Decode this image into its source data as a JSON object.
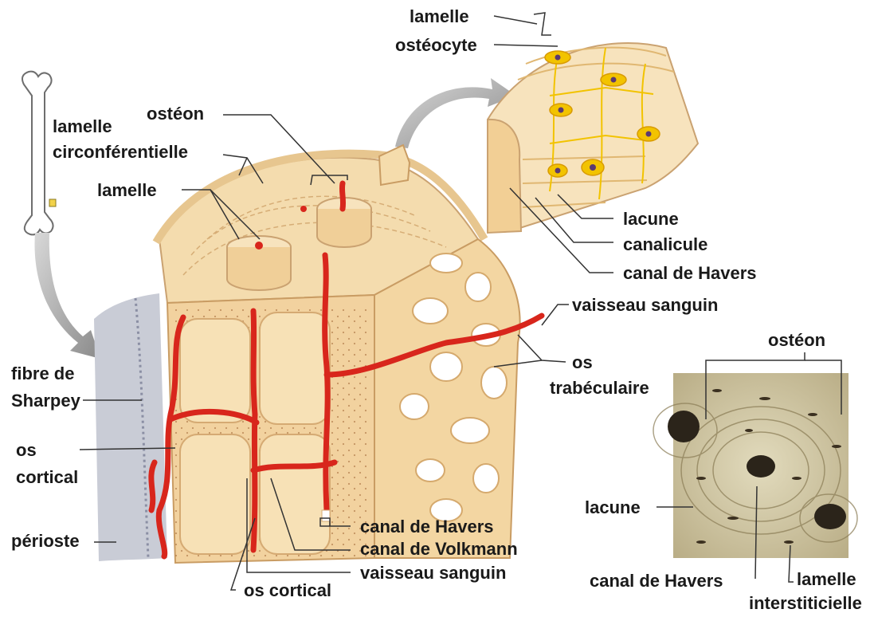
{
  "labels": {
    "lamelle_top": "lamelle",
    "osteocyte": "ostéocyte",
    "lamelle_circ_1": "lamelle",
    "lamelle_circ_2": "circonférentielle",
    "osteon_main": "ostéon",
    "lamelle_main": "lamelle",
    "lacune_inset": "lacune",
    "canalicule": "canalicule",
    "canal_havers_inset": "canal de Havers",
    "vaisseau_right": "vaisseau  sanguin",
    "os_trab_1": "os",
    "os_trab_2": "trabéculaire",
    "fibre_1": "fibre de",
    "fibre_2": "Sharpey",
    "os_cortical_left_1": "os",
    "os_cortical_left_2": "cortical",
    "perioste": "périoste",
    "canal_havers_bottom": "canal de Havers",
    "canal_volkmann": "canal de Volkmann",
    "vaisseau_bottom": "vaisseau sanguin",
    "os_cortical_bottom": "os cortical",
    "osteon_micro": "ostéon",
    "lacune_micro": "lacune",
    "canal_havers_micro": "canal de Havers",
    "lamelle_inter_1": "lamelle",
    "lamelle_inter_2": "interstiticielle"
  },
  "icons": {
    "bone": "long-bone-icon",
    "arrow_left": "curved-arrow-icon",
    "arrow_top": "curved-arrow-icon"
  },
  "colors": {
    "bone_light": "#f6dfb4",
    "bone_mid": "#efcb8c",
    "bone_dark": "#d9a866",
    "vessel": "#d8261c",
    "osteocyte": "#f2c300",
    "periosteum": "#c8cbd6",
    "micro_bg": "#cfc6a4"
  }
}
